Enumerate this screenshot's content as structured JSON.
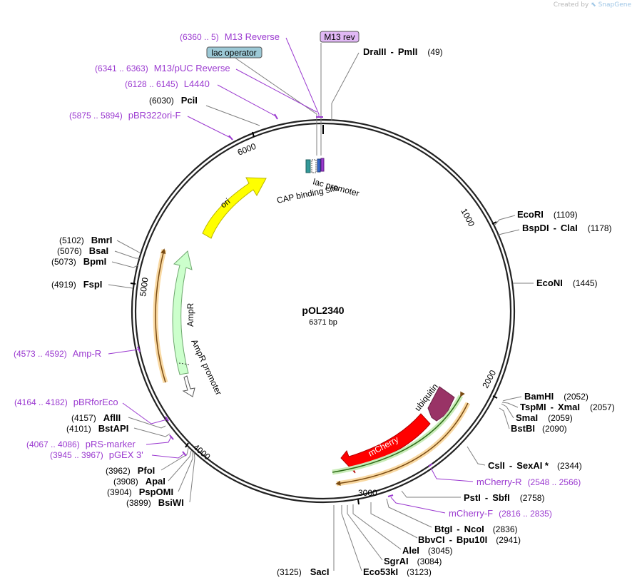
{
  "watermark": {
    "prefix": "Created by",
    "brand": "SnapGene"
  },
  "plasmid": {
    "name": "pOL2340",
    "length_label": "6371 bp",
    "length": 6371
  },
  "ticks": [
    {
      "pos": 1000,
      "label": "1000"
    },
    {
      "pos": 2000,
      "label": "2000"
    },
    {
      "pos": 3000,
      "label": "3000"
    },
    {
      "pos": 4000,
      "label": "4000"
    },
    {
      "pos": 5000,
      "label": "5000"
    },
    {
      "pos": 6000,
      "label": "6000"
    }
  ],
  "sites": [
    {
      "name": "DraIII",
      "name2": "PmlI",
      "pos": "(49)"
    },
    {
      "name": "EcoRI",
      "pos": "(1109)"
    },
    {
      "name": "BspDI",
      "name2": "ClaI",
      "pos": "(1178)"
    },
    {
      "name": "EcoNI",
      "pos": "(1445)"
    },
    {
      "name": "BamHI",
      "pos": "(2052)"
    },
    {
      "name": "TspMI",
      "name2": "XmaI",
      "pos": "(2057)"
    },
    {
      "name": "SmaI",
      "pos": "(2059)"
    },
    {
      "name": "BstBI",
      "pos": "(2090)"
    },
    {
      "name": "CslI",
      "name2": "SexAI *",
      "pos": "(2344)"
    },
    {
      "name": "PstI",
      "name2": "SbfI",
      "pos": "(2758)"
    },
    {
      "name": "BtgI",
      "name2": "NcoI",
      "pos": "(2836)"
    },
    {
      "name": "BbvCI",
      "name2": "Bpu10I",
      "pos": "(2941)"
    },
    {
      "name": "AleI",
      "pos": "(3045)"
    },
    {
      "name": "SgrAI",
      "pos": "(3084)"
    },
    {
      "name": "Eco53kI",
      "pos": "(3123)"
    },
    {
      "name": "SacI",
      "pos": "(3125)"
    },
    {
      "name": "BsiWI",
      "pos": "(3899)"
    },
    {
      "name": "PspOMI",
      "pos": "(3904)"
    },
    {
      "name": "ApaI",
      "pos": "(3908)"
    },
    {
      "name": "PfoI",
      "pos": "(3962)"
    },
    {
      "name": "BstAPI",
      "pos": "(4101)"
    },
    {
      "name": "AflII",
      "pos": "(4157)"
    },
    {
      "name": "FspI",
      "pos": "(4919)"
    },
    {
      "name": "BpmI",
      "pos": "(5073)"
    },
    {
      "name": "BsaI",
      "pos": "(5076)"
    },
    {
      "name": "BmrI",
      "pos": "(5102)"
    },
    {
      "name": "PciI",
      "pos": "(6030)"
    }
  ],
  "primers": [
    {
      "name": "M13 Reverse",
      "pos": "(6360 .. 5)"
    },
    {
      "name": "M13/pUC Reverse",
      "pos": "(6341 .. 6363)"
    },
    {
      "name": "L4440",
      "pos": "(6128 .. 6145)"
    },
    {
      "name": "pBR322ori-F",
      "pos": "(5875 .. 5894)"
    },
    {
      "name": "mCherry-R",
      "pos": "(2548 .. 2566)"
    },
    {
      "name": "mCherry-F",
      "pos": "(2816 .. 2835)"
    },
    {
      "name": "Amp-R",
      "pos": "(4573 .. 4592)"
    },
    {
      "name": "pBRforEco",
      "pos": "(4164 .. 4182)"
    },
    {
      "name": "pRS-marker",
      "pos": "(4067 .. 4086)"
    },
    {
      "name": "pGEX 3'",
      "pos": "(3945 .. 3967)"
    }
  ],
  "boxed_labels": [
    {
      "name": "M13 rev",
      "color": "#e1b8f5"
    },
    {
      "name": "lac operator",
      "color": "#9cc9d6"
    }
  ],
  "features": [
    {
      "name": "ori",
      "color": "#ffff00"
    },
    {
      "name": "AmpR",
      "color": "#ccffcc"
    },
    {
      "name": "AmpR promoter",
      "color": "#ffffff"
    },
    {
      "name": "mCherry",
      "color": "#ff0000"
    },
    {
      "name": "ubiquitin",
      "color": "#993366"
    },
    {
      "name": "lac promoter",
      "color": "#3366cc"
    },
    {
      "name": "CAP binding site",
      "color": "#339999"
    }
  ],
  "colors": {
    "primer": "#9b3ad0",
    "orf_orange": "#f2a73a",
    "orf_green": "#4aa32a"
  }
}
